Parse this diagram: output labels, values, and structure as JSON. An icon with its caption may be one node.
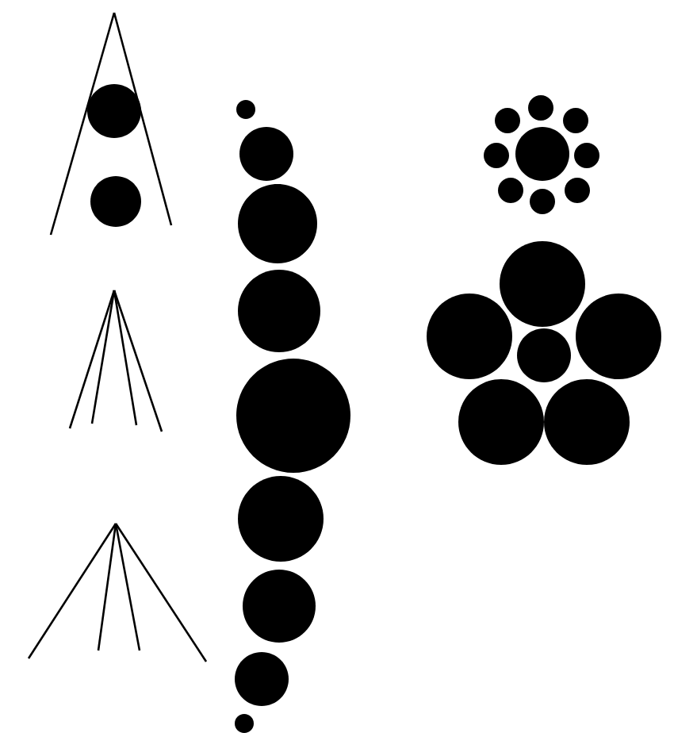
{
  "diagram": {
    "nodes": [
      {
        "text": [],
        "shape": "circle"
      },
      {
        "text": [],
        "shape": "circle"
      },
      {
        "text": [],
        "shape": "circle"
      },
      {
        "text": [],
        "shape": "circle"
      },
      {
        "text": [],
        "shape": "circle"
      },
      {
        "text": [],
        "shape": "circle"
      },
      {
        "text": [],
        "shape": "circle"
      },
      {
        "text": [],
        "shape": "circle"
      },
      {
        "text": [],
        "shape": "circle"
      },
      {
        "text": [],
        "shape": "circle"
      },
      {
        "text": [],
        "shape": "circle"
      },
      {
        "text": [],
        "shape": "circle"
      },
      {
        "text": [],
        "shape": "circle"
      },
      {
        "text": [],
        "shape": "circle"
      },
      {
        "text": [],
        "shape": "circle"
      },
      {
        "text": [],
        "shape": "circle"
      },
      {
        "text": [],
        "shape": "circle"
      },
      {
        "text": [],
        "shape": "circle"
      },
      {
        "text": [],
        "shape": "circle"
      },
      {
        "text": [],
        "shape": "circle"
      },
      {
        "text": [],
        "shape": "circle"
      },
      {
        "text": [],
        "shape": "circle"
      },
      {
        "text": [],
        "shape": "circle"
      },
      {
        "text": [],
        "shape": "circle"
      },
      {
        "text": [],
        "shape": "circle"
      },
      {
        "text": [],
        "shape": "circle"
      }
    ]
  }
}
